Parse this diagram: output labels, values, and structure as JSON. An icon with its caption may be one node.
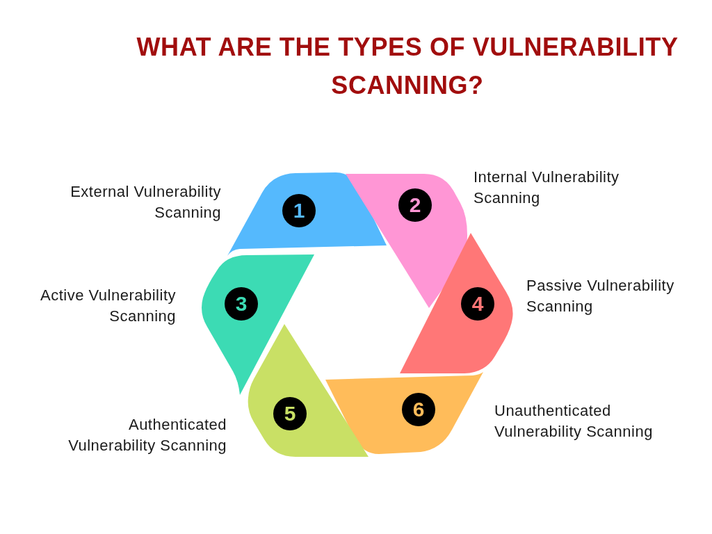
{
  "diagram": {
    "title": "WHAT ARE THE TYPES OF VULNERABILITY SCANNING?",
    "nodes": [
      {
        "text": [
          "1"
        ],
        "beside": [
          "External Vulnerability Scanning"
        ]
      },
      {
        "text": [
          "2"
        ],
        "beside": [
          "Internal Vulnerability Scanning"
        ]
      },
      {
        "text": [
          "3"
        ],
        "beside": [
          "Active Vulnerability Scanning"
        ]
      },
      {
        "text": [
          "4"
        ],
        "beside": [
          "Passive Vulnerability Scanning"
        ]
      },
      {
        "text": [
          "5"
        ],
        "beside": [
          "Authenticated Vulnerability Scanning"
        ]
      },
      {
        "text": [
          "6"
        ],
        "beside": [
          "Unauthenticated Vulnerability Scanning"
        ]
      }
    ]
  }
}
